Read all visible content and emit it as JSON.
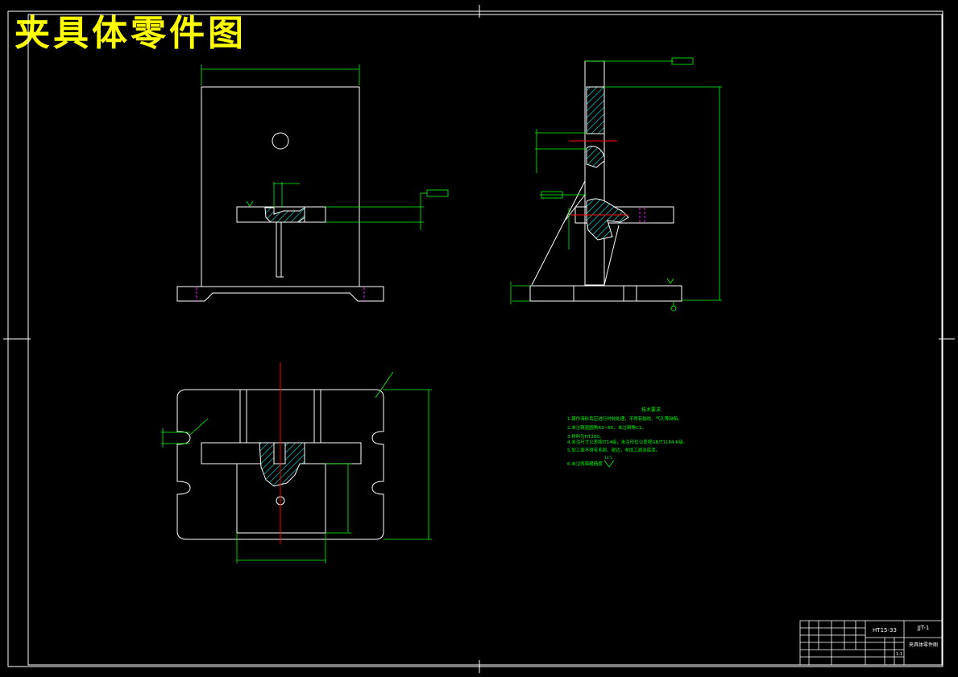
{
  "drawing": {
    "title": "夹具体零件图",
    "colors": {
      "background": "#000000",
      "outline": "#ffffff",
      "dimension": "#00ff00",
      "centerline": "#ff0000",
      "hidden": "#ff00ff",
      "section_fill": "#00ffff",
      "title_text": "#ffff00"
    }
  },
  "notes": {
    "heading": "技术要求",
    "lines": [
      "1.铸件清砂后应进行时效处理，不得有裂纹、气孔等缺陷。",
      "2.未注铸造圆角R3~R5，未注倒角C1。",
      "3.材料为HT200。",
      "4.未注尺寸公差按IT14级，未注形位公差按GB/T1184-K级。",
      "5.加工面不得有毛刺、锐边，非加工面涂底漆。",
      "6.未注表面粗糙度"
    ],
    "roughness": "12.5"
  },
  "title_block": {
    "material": "HT15-33",
    "drawing_no": "JJT-1",
    "part_name": "夹具体零件图",
    "scale": "1:1"
  }
}
